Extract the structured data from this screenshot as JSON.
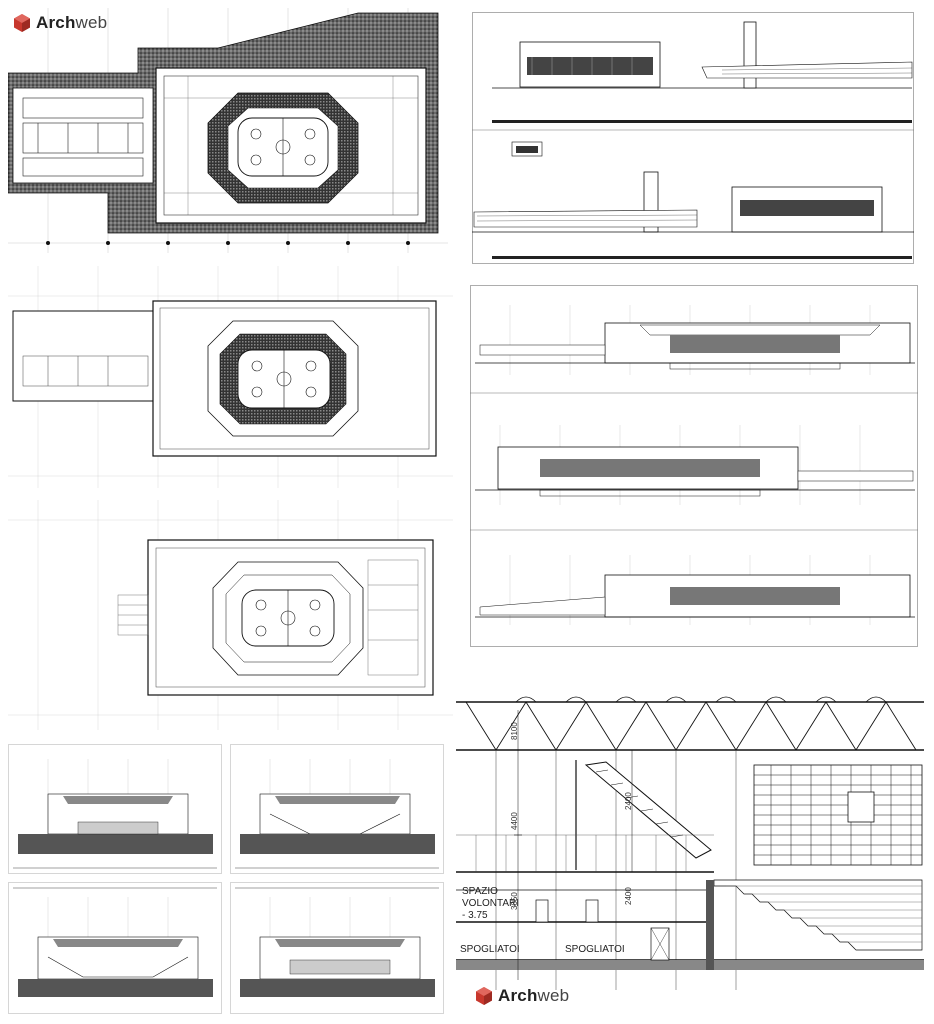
{
  "logo": {
    "brand": "Archweb",
    "brand_bold": "Arch",
    "brand_light": "web"
  },
  "colors": {
    "line": "#1a1a1a",
    "hatch": "#3a3a3a",
    "paper": "#ffffff",
    "logo_red": "#c8372d",
    "ground": "#555555"
  },
  "detail": {
    "room_top": "SPAZIO",
    "room_top_2": "VOLONTARI",
    "level": "- 3.75",
    "room_left": "SPOGLIATOI",
    "room_right": "SPOGLIATOI",
    "dims": [
      "8100",
      "4400",
      "2400",
      "3050",
      "2400"
    ]
  },
  "drawings": [
    {
      "name": "site-plan-with-forecourt"
    },
    {
      "name": "elevations-sheet"
    },
    {
      "name": "ground-floor-plan"
    },
    {
      "name": "longitudinal-sections-sheet"
    },
    {
      "name": "lower-floor-plan"
    },
    {
      "name": "cross-section-1"
    },
    {
      "name": "cross-section-2"
    },
    {
      "name": "cross-section-3"
    },
    {
      "name": "cross-section-4"
    },
    {
      "name": "section-detail"
    }
  ]
}
